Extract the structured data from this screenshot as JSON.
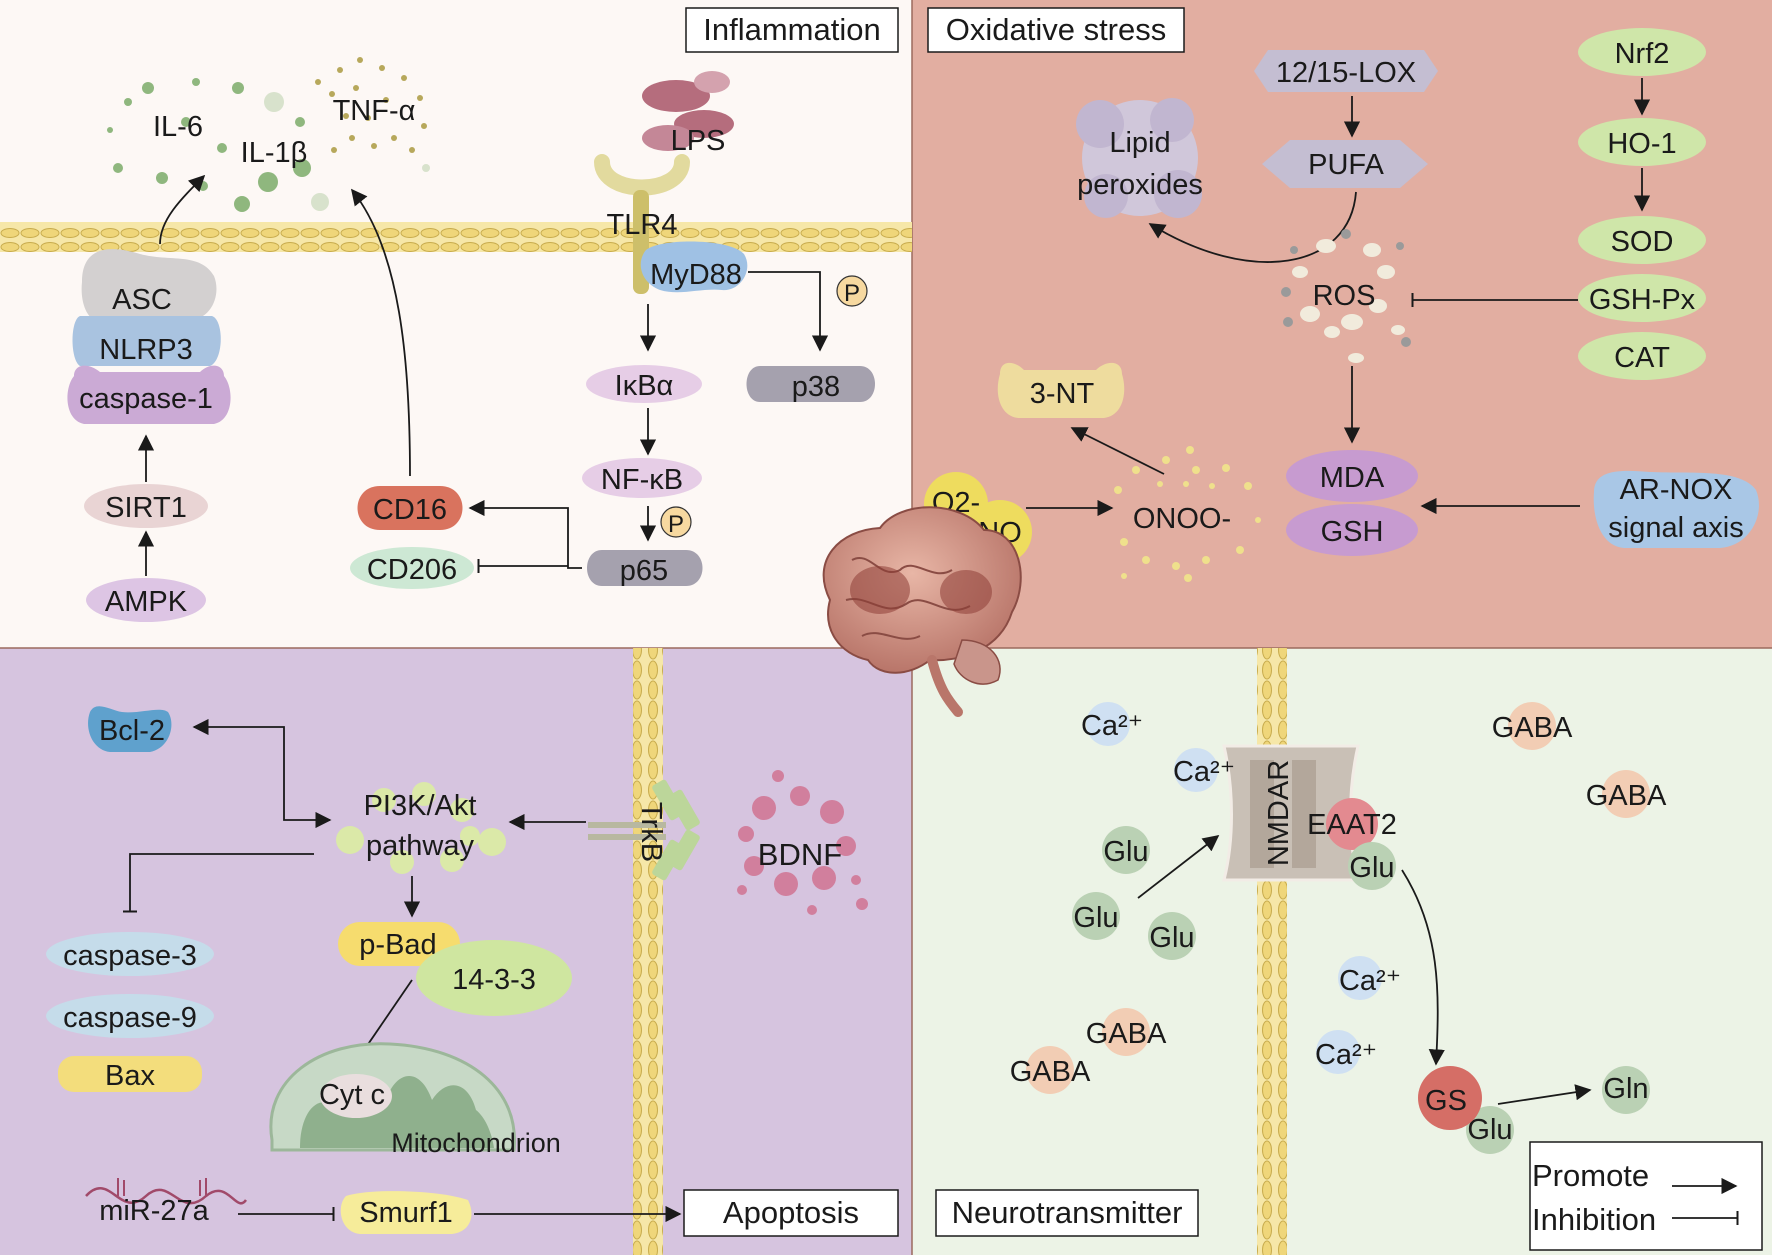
{
  "panels": {
    "inflammation": {
      "title": "Inflammation",
      "cytokines": [
        "IL-6",
        "IL-1β",
        "TNF-α"
      ],
      "lps": "LPS",
      "tlr4": "TLR4",
      "myd88": "MyD88",
      "p_marker": "P",
      "ikba": "IκBα",
      "p38": "p38",
      "nfkb": "NF-κB",
      "p65": "p65",
      "cd16": "CD16",
      "cd206": "CD206",
      "asc": "ASC",
      "nlrp3": "NLRP3",
      "caspase1": "caspase-1",
      "sirt1": "SIRT1",
      "ampk": "AMPK"
    },
    "oxidative": {
      "title": "Oxidative stress",
      "lox": "12/15-LOX",
      "pufa": "PUFA",
      "lipid": [
        "Lipid",
        "peroxides"
      ],
      "ros": "ROS",
      "nrf2": "Nrf2",
      "ho1": "HO-1",
      "sod": "SOD",
      "gshpx": "GSH-Px",
      "cat": "CAT",
      "nt3": "3-NT",
      "o2": "O2-",
      "no": "NO",
      "onoo": "ONOO-",
      "mda": "MDA",
      "gsh": "GSH",
      "arnox": [
        "AR-NOX",
        "signal axis"
      ]
    },
    "apoptosis": {
      "bcl2": "Bcl-2",
      "pi3k": [
        "PI3K/Akt",
        "pathway"
      ],
      "trkb": "TrkB",
      "bdnf": "BDNF",
      "caspase3": "caspase-3",
      "caspase9": "caspase-9",
      "bax": "Bax",
      "pbad": "p-Bad",
      "p1433": "14-3-3",
      "cytc": "Cyt c",
      "mito": "Mitochondrion",
      "mir": "miR-27a",
      "smurf1": "Smurf1",
      "apoptosis_box": "Apoptosis"
    },
    "neuro": {
      "title": "Neurotransmitter",
      "nmdar": "NMDAR",
      "eaat2": "EAAT2",
      "ca": "Ca²⁺",
      "glu": "Glu",
      "gaba": "GABA",
      "gs": "GS",
      "gln": "Gln"
    }
  },
  "legend": {
    "promote": "Promote",
    "inhibition": "Inhibition"
  },
  "colors": {
    "inflammation_bg": "#fdf8f5",
    "oxidative_bg": "#e2aea1",
    "apoptosis_bg": "#d6c4df",
    "neuro_bg": "#ecf3e6",
    "membrane": "#f3e29a",
    "arrow": "#1a1a1a"
  }
}
